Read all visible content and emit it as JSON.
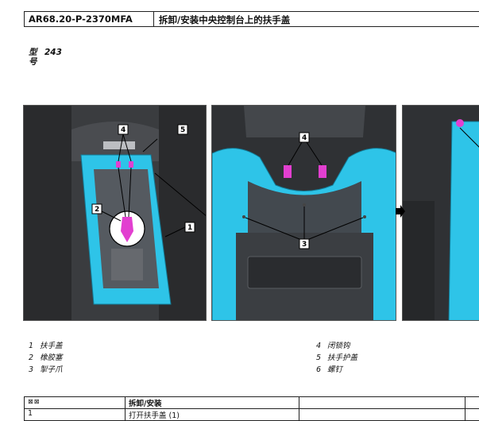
{
  "header": {
    "code": "AR68.20-P-2370MFA",
    "title": "拆卸/安装中央控制台上的扶手盖"
  },
  "model": {
    "label_a": "型",
    "label_b": "号",
    "value": "243"
  },
  "figure": {
    "callouts_left": [
      "4",
      "5",
      "2",
      "1"
    ],
    "callouts_mid": [
      "4",
      "3"
    ]
  },
  "legend": [
    {
      "num": "1",
      "text": "扶手盖"
    },
    {
      "num": "2",
      "text": "橡胶塞"
    },
    {
      "num": "3",
      "text": "掣子爪"
    },
    {
      "num": "4",
      "text": "闭锁钩"
    },
    {
      "num": "5",
      "text": "扶手护盖"
    },
    {
      "num": "6",
      "text": "螺钉"
    }
  ],
  "ops_table": {
    "header_icon": "expand-collapse-icon",
    "header_col2": "拆卸/安装",
    "row1_num": "1",
    "row1_text": "打开扶手盖 (1)"
  },
  "colors": {
    "highlight": "#2ec4e8",
    "clip": "#e23fd0"
  }
}
